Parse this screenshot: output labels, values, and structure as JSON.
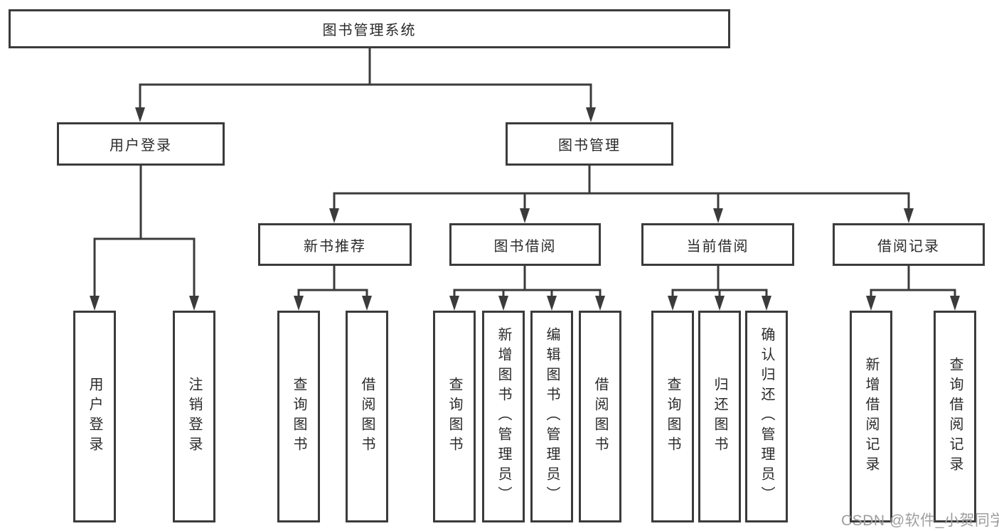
{
  "tree": {
    "root": "图书管理系统",
    "user": {
      "label": "用户登录",
      "children": [
        "用户登录",
        "注销登录"
      ]
    },
    "management": {
      "label": "图书管理",
      "sections": [
        {
          "label": "新书推荐",
          "children": [
            "查询图书",
            "借阅图书"
          ]
        },
        {
          "label": "图书借阅",
          "children": [
            "查询图书",
            "新增图书（管理员）",
            "编辑图书（管理员）",
            "借阅图书"
          ]
        },
        {
          "label": "当前借阅",
          "children": [
            "查询图书",
            "归还图书",
            "确认归还（管理员）"
          ]
        },
        {
          "label": "借阅记录",
          "children": [
            "新增借阅记录",
            "查询借阅记录"
          ]
        }
      ]
    }
  },
  "watermark": "CSDN @软件_小贺同学",
  "colors": {
    "line": "#3b3b3b",
    "text": "#2a2a2a",
    "watermark": "#9e9e9e",
    "background": "#ffffff"
  }
}
